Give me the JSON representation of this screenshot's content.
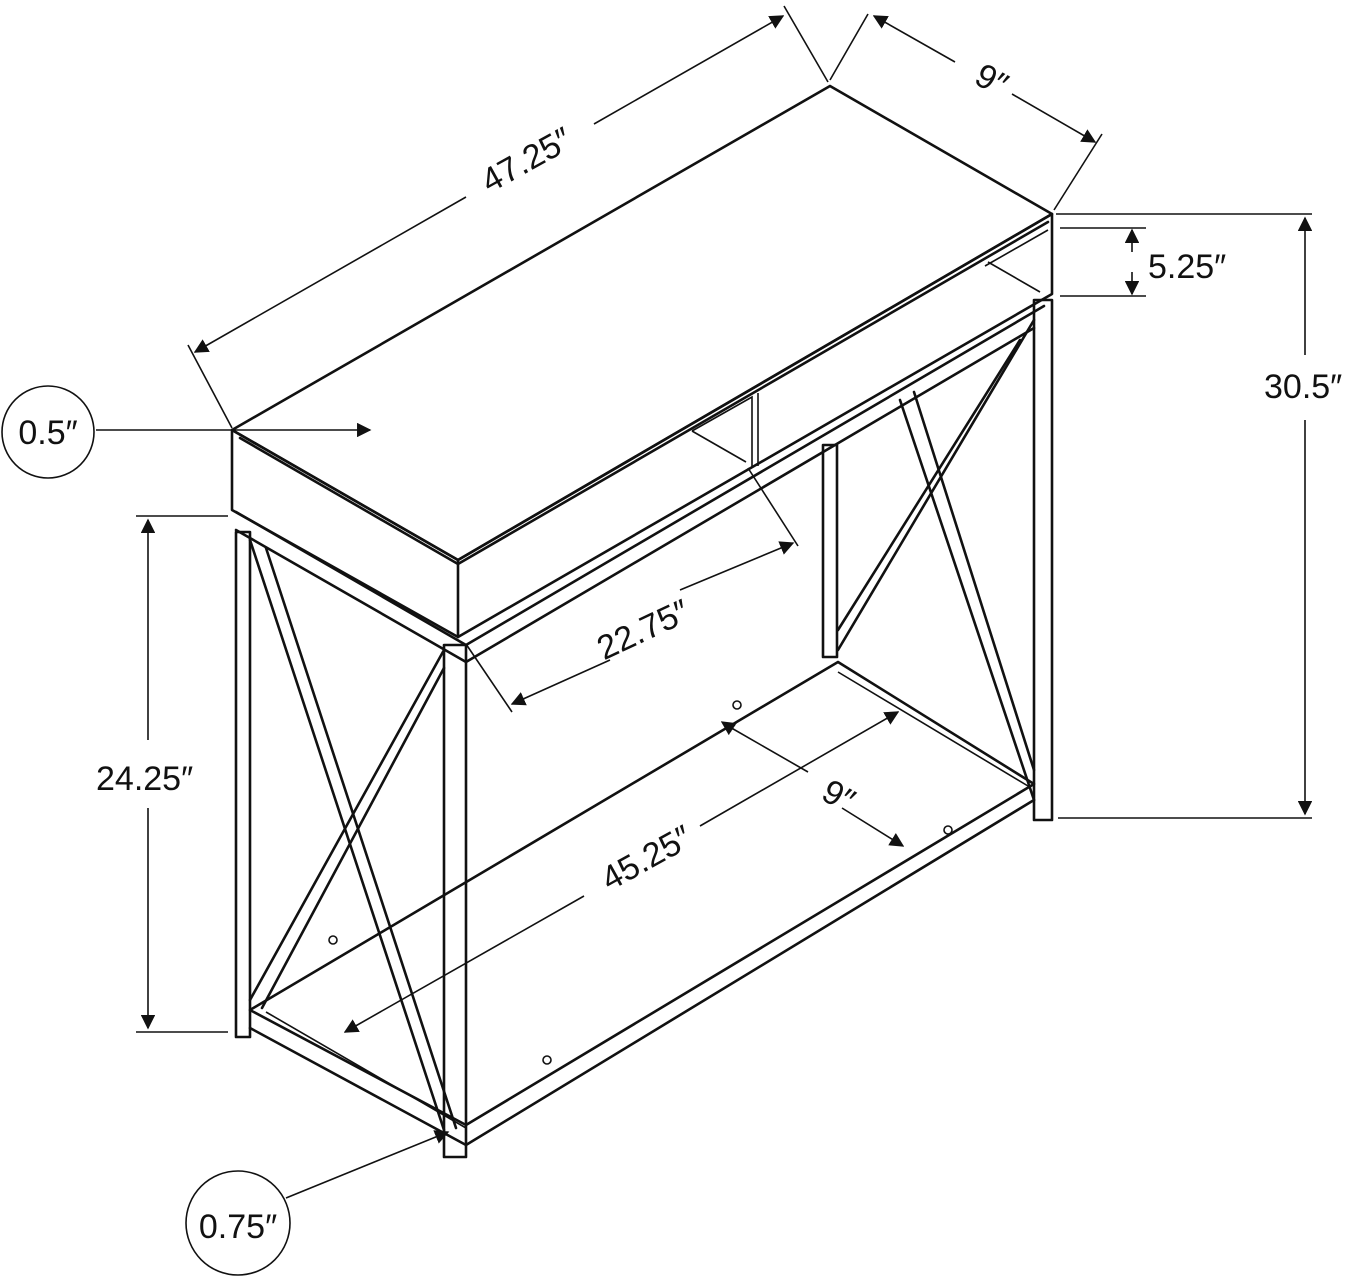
{
  "dimensions": {
    "width_top": "47.25″",
    "depth_top": "9″",
    "drawer_height": "5.25″",
    "total_height": "30.5″",
    "top_thickness": "0.5″",
    "lower_height": "24.25″",
    "opening_width": "22.75″",
    "shelf_depth": "9″",
    "shelf_width": "45.25″",
    "leg_thickness": "0.75″"
  },
  "colors": {
    "line": "#111111",
    "background": "#ffffff"
  }
}
